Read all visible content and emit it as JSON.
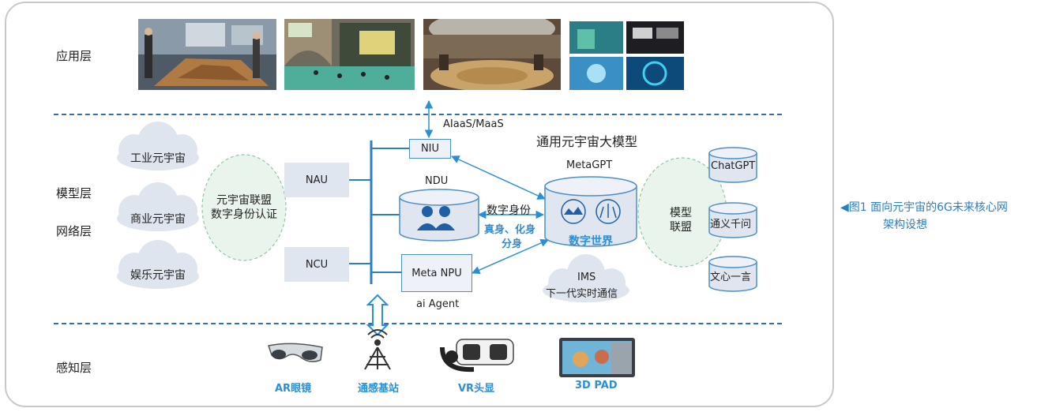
{
  "layers": {
    "application": "应用层",
    "model": "模型层",
    "network": "网络层",
    "perception": "感知层"
  },
  "clouds": {
    "industrial": "工业元宇宙",
    "commercial": "商业元宇宙",
    "entertainment": "娱乐元宇宙"
  },
  "alliance": {
    "line1": "元宇宙联盟",
    "line2": "数字身份认证"
  },
  "boxes": {
    "nau": "NAU",
    "ncu": "NCU",
    "niu": "NIU",
    "ndu": "NDU",
    "meta_npu": "Meta NPU"
  },
  "labels": {
    "aiaas": "AIaaS/MaaS",
    "general_model": "通用元宇宙大模型",
    "metagpt": "MetaGPT",
    "ai_agent": "ai Agent",
    "digital_identity": "数字身份",
    "identity_types": "真身、化身",
    "clone": "分身",
    "digital_world": "数字世界",
    "model_alliance_1": "模型",
    "model_alliance_2": "联盟",
    "ims_1": "IMS",
    "ims_2": "下一代实时通信"
  },
  "models": {
    "chatgpt": "ChatGPT",
    "tongyi": "通义千问",
    "wenxin": "文心一言"
  },
  "devices": {
    "ar": "AR眼镜",
    "base_station": "通感基站",
    "vr": "VR头显",
    "pad": "3D PAD"
  },
  "caption": {
    "marker": "◀",
    "line1": "图1  面向元宇宙的6G未来核心网",
    "line2": "架构设想"
  },
  "colors": {
    "accent_blue": "#2b8fd6",
    "dash_blue": "#2f6db5",
    "cloud_fill": "#dfe5ee",
    "box_fill": "#dfe6ef",
    "ellipse_fill": "#e9f5ec"
  }
}
